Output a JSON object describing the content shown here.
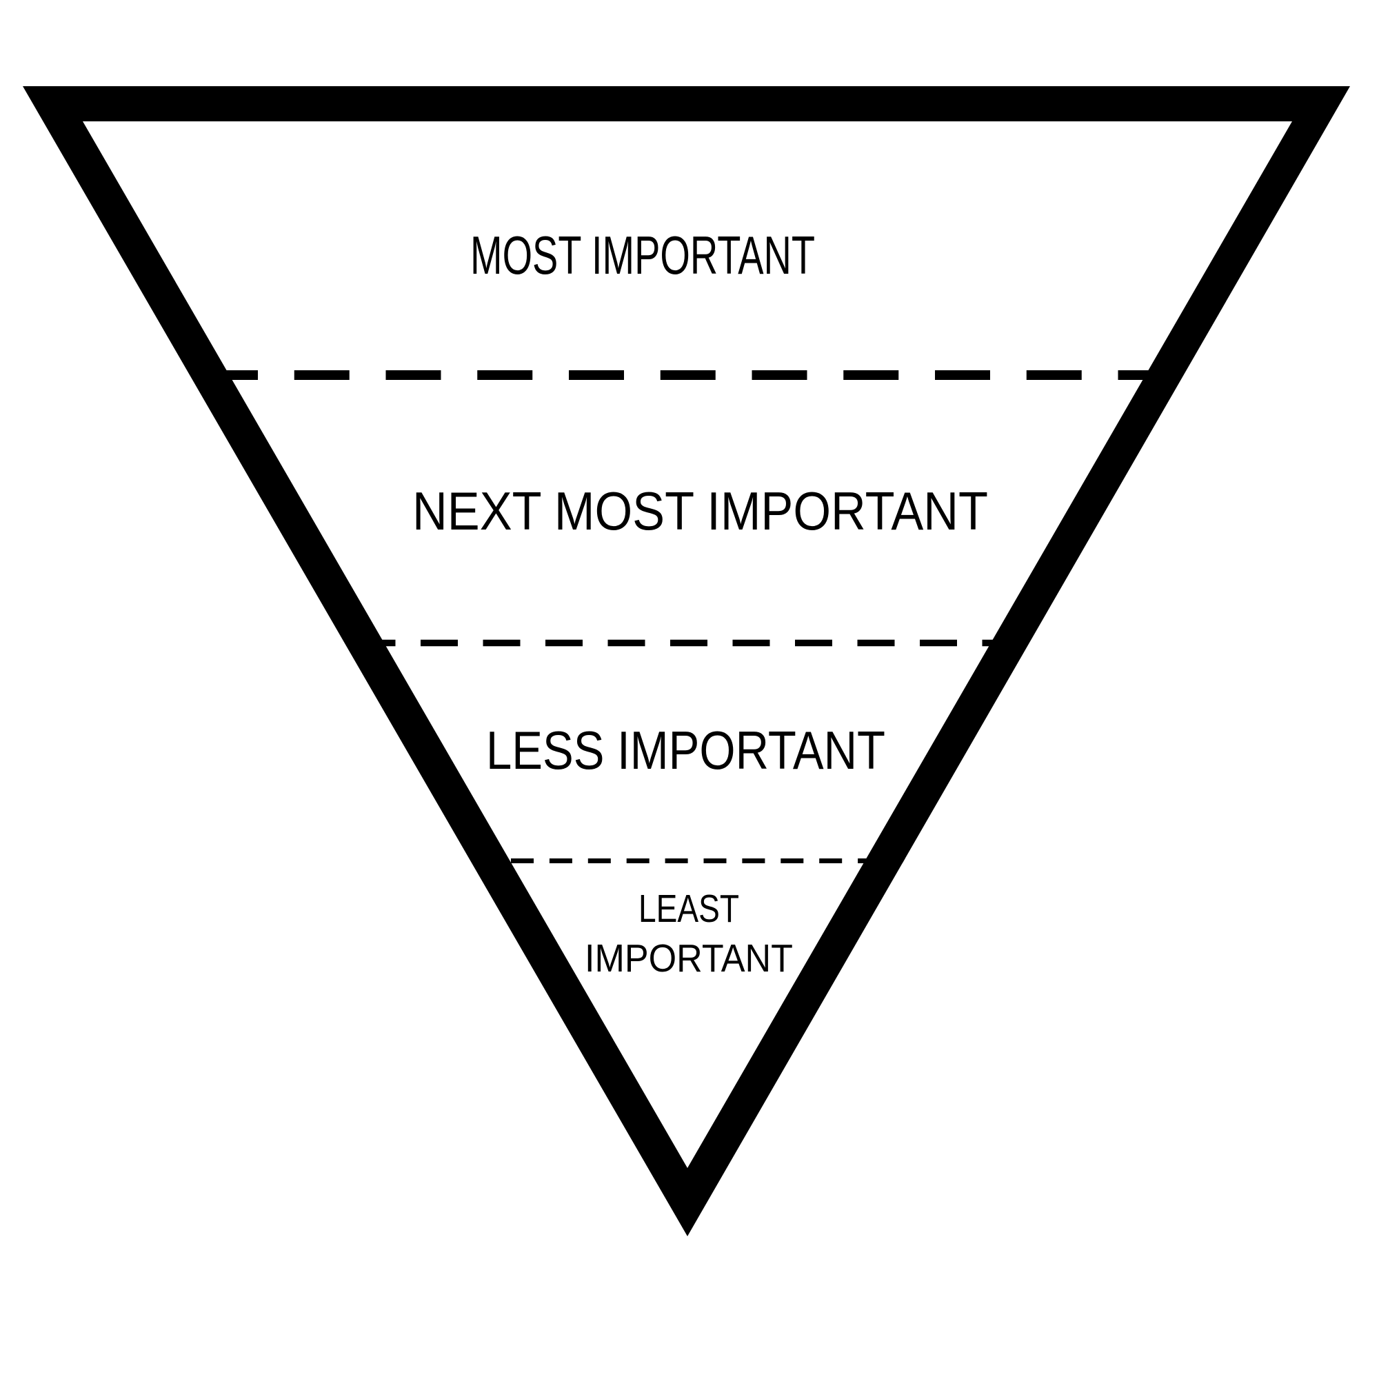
{
  "diagram": {
    "type": "inverted-pyramid",
    "colors": {
      "background": "#ffffff",
      "stroke": "#000000",
      "text": "#000000"
    },
    "tiers": [
      {
        "label": "MOST IMPORTANT"
      },
      {
        "label": "NEXT MOST IMPORTANT"
      },
      {
        "label": "LESS IMPORTANT"
      },
      {
        "label_lines": [
          "LEAST",
          "IMPORTANT"
        ]
      }
    ]
  }
}
